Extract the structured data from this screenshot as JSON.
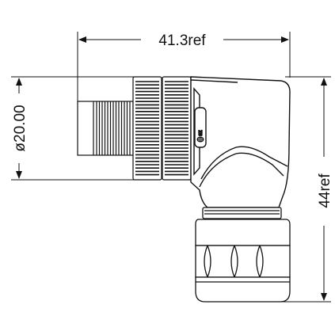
{
  "drawing": {
    "dimensions": {
      "width_label": "41.3ref",
      "diameter_label": "ø20.00",
      "height_label": "44ref"
    },
    "logo_text": "SZ",
    "colors": {
      "line": "#111111",
      "background": "#ffffff"
    },
    "icons": [
      "arrow-head-icon",
      "brand-logo-icon"
    ]
  }
}
